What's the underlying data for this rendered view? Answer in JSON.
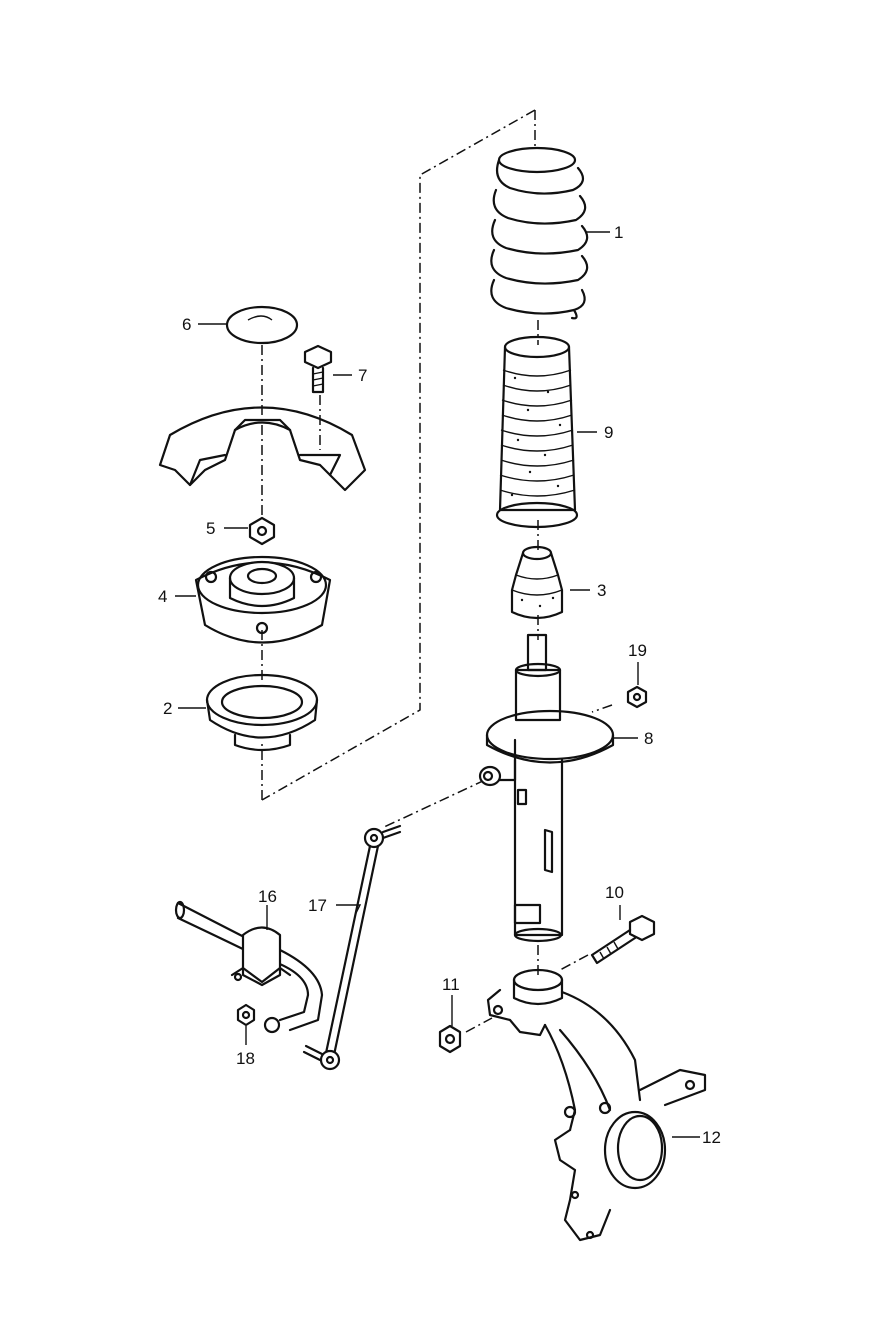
{
  "diagram": {
    "callouts": [
      {
        "id": "1",
        "label": "1"
      },
      {
        "id": "2",
        "label": "2"
      },
      {
        "id": "3",
        "label": "3"
      },
      {
        "id": "4",
        "label": "4"
      },
      {
        "id": "5",
        "label": "5"
      },
      {
        "id": "6",
        "label": "6"
      },
      {
        "id": "7",
        "label": "7"
      },
      {
        "id": "8",
        "label": "8"
      },
      {
        "id": "9",
        "label": "9"
      },
      {
        "id": "10",
        "label": "10"
      },
      {
        "id": "11",
        "label": "11"
      },
      {
        "id": "12",
        "label": "12"
      },
      {
        "id": "16",
        "label": "16"
      },
      {
        "id": "17",
        "label": "17"
      },
      {
        "id": "18",
        "label": "18"
      },
      {
        "id": "19",
        "label": "19"
      }
    ]
  }
}
